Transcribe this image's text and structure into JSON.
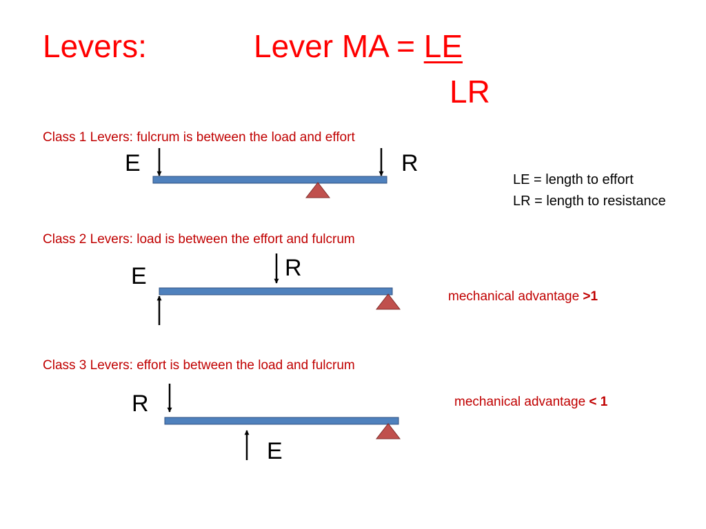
{
  "colors": {
    "title": "#ff0000",
    "heading": "#c00000",
    "beam_fill": "#4f81bd",
    "beam_stroke": "#2f4f7f",
    "fulcrum_fill": "#c0504d",
    "fulcrum_stroke": "#7f2c2a",
    "arrow": "#000000",
    "legend": "#000000",
    "ma": "#c00000"
  },
  "title": {
    "left": "Levers:",
    "formula_prefix": "Lever MA = ",
    "numerator": "LE",
    "denominator": "LR"
  },
  "legend": {
    "le": "LE = length to effort",
    "lr": "LR = length to resistance"
  },
  "classes": [
    {
      "heading": "Class 1 Levers: fulcrum is between the load and effort",
      "left_label": "E",
      "right_label": "R"
    },
    {
      "heading": "Class 2 Levers: load is between the effort and fulcrum",
      "effort_label": "E",
      "load_label": "R",
      "ma_text": "mechanical advantage ",
      "ma_value": ">1"
    },
    {
      "heading": "Class 3 Levers: effort is between the load and fulcrum",
      "load_label": "R",
      "effort_label": "E",
      "ma_text": "mechanical advantage ",
      "ma_value": "< 1"
    }
  ]
}
